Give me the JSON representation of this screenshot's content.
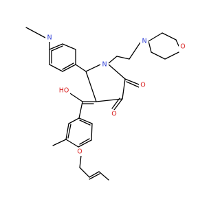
{
  "atom_labels": {
    "nme2_n": "N",
    "ring_n": "N",
    "morph_n": "N",
    "morph_o": "O",
    "enol_oh": "HO",
    "keto_o1": "O",
    "keto_o2": "O",
    "ether_o": "O"
  },
  "colors": {
    "bond": "#000000",
    "nitrogen": "#2b3bd6",
    "oxygen": "#d92020"
  }
}
